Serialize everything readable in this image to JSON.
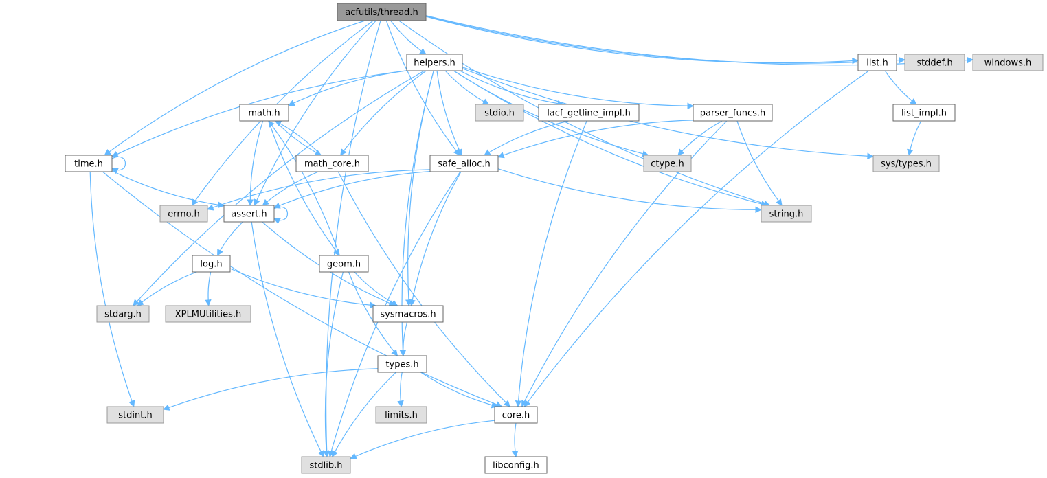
{
  "diagram": {
    "title": "",
    "colors": {
      "edge": "#63b8ff",
      "root_fill": "#999999",
      "local_fill": "#ffffff",
      "system_fill": "#e0e0e0"
    },
    "nodes": [
      {
        "id": "thread",
        "label": "acfutils/thread.h",
        "kind": "root"
      },
      {
        "id": "helpers",
        "label": "helpers.h",
        "kind": "local"
      },
      {
        "id": "list",
        "label": "list.h",
        "kind": "local"
      },
      {
        "id": "stddef",
        "label": "stddef.h",
        "kind": "system"
      },
      {
        "id": "windows",
        "label": "windows.h",
        "kind": "system"
      },
      {
        "id": "math",
        "label": "math.h",
        "kind": "local"
      },
      {
        "id": "stdio",
        "label": "stdio.h",
        "kind": "system"
      },
      {
        "id": "lacf",
        "label": "lacf_getline_impl.h",
        "kind": "local"
      },
      {
        "id": "parser",
        "label": "parser_funcs.h",
        "kind": "local"
      },
      {
        "id": "list_impl",
        "label": "list_impl.h",
        "kind": "local"
      },
      {
        "id": "time",
        "label": "time.h",
        "kind": "local"
      },
      {
        "id": "math_core",
        "label": "math_core.h",
        "kind": "local"
      },
      {
        "id": "safe_alloc",
        "label": "safe_alloc.h",
        "kind": "local"
      },
      {
        "id": "ctype",
        "label": "ctype.h",
        "kind": "system"
      },
      {
        "id": "systypes",
        "label": "sys/types.h",
        "kind": "system"
      },
      {
        "id": "errno",
        "label": "errno.h",
        "kind": "system"
      },
      {
        "id": "assert",
        "label": "assert.h",
        "kind": "local"
      },
      {
        "id": "string",
        "label": "string.h",
        "kind": "system"
      },
      {
        "id": "log",
        "label": "log.h",
        "kind": "local"
      },
      {
        "id": "geom",
        "label": "geom.h",
        "kind": "local"
      },
      {
        "id": "stdarg",
        "label": "stdarg.h",
        "kind": "system"
      },
      {
        "id": "xplm",
        "label": "XPLMUtilities.h",
        "kind": "system"
      },
      {
        "id": "sysmacros",
        "label": "sysmacros.h",
        "kind": "local"
      },
      {
        "id": "types",
        "label": "types.h",
        "kind": "local"
      },
      {
        "id": "stdint",
        "label": "stdint.h",
        "kind": "system"
      },
      {
        "id": "limits",
        "label": "limits.h",
        "kind": "system"
      },
      {
        "id": "core",
        "label": "core.h",
        "kind": "local"
      },
      {
        "id": "stdlib",
        "label": "stdlib.h",
        "kind": "system"
      },
      {
        "id": "libconfig",
        "label": "libconfig.h",
        "kind": "local"
      }
    ],
    "edges": [
      [
        "thread",
        "helpers"
      ],
      [
        "thread",
        "list"
      ],
      [
        "thread",
        "stddef"
      ],
      [
        "thread",
        "windows"
      ],
      [
        "thread",
        "time"
      ],
      [
        "thread",
        "errno"
      ],
      [
        "thread",
        "assert"
      ],
      [
        "thread",
        "safe_alloc"
      ],
      [
        "thread",
        "string"
      ],
      [
        "thread",
        "stdlib"
      ],
      [
        "helpers",
        "math"
      ],
      [
        "helpers",
        "stdio"
      ],
      [
        "helpers",
        "lacf"
      ],
      [
        "helpers",
        "parser"
      ],
      [
        "helpers",
        "time"
      ],
      [
        "helpers",
        "math_core"
      ],
      [
        "helpers",
        "safe_alloc"
      ],
      [
        "helpers",
        "ctype"
      ],
      [
        "helpers",
        "systypes"
      ],
      [
        "helpers",
        "string"
      ],
      [
        "helpers",
        "stdarg"
      ],
      [
        "helpers",
        "sysmacros"
      ],
      [
        "helpers",
        "types"
      ],
      [
        "list",
        "list_impl"
      ],
      [
        "list",
        "core"
      ],
      [
        "list_impl",
        "systypes"
      ],
      [
        "math",
        "math_core"
      ],
      [
        "math",
        "assert"
      ],
      [
        "math",
        "geom"
      ],
      [
        "math_core",
        "math"
      ],
      [
        "math_core",
        "assert"
      ],
      [
        "math_core",
        "core"
      ],
      [
        "lacf",
        "safe_alloc"
      ],
      [
        "lacf",
        "core"
      ],
      [
        "parser",
        "safe_alloc"
      ],
      [
        "parser",
        "ctype"
      ],
      [
        "parser",
        "string"
      ],
      [
        "parser",
        "core"
      ],
      [
        "time",
        "time"
      ],
      [
        "time",
        "assert"
      ],
      [
        "time",
        "stdint"
      ],
      [
        "time",
        "core"
      ],
      [
        "safe_alloc",
        "errno"
      ],
      [
        "safe_alloc",
        "assert"
      ],
      [
        "safe_alloc",
        "string"
      ],
      [
        "safe_alloc",
        "sysmacros"
      ],
      [
        "safe_alloc",
        "stdlib"
      ],
      [
        "assert",
        "assert"
      ],
      [
        "assert",
        "log"
      ],
      [
        "assert",
        "sysmacros"
      ],
      [
        "assert",
        "stdlib"
      ],
      [
        "log",
        "stdarg"
      ],
      [
        "log",
        "xplm"
      ],
      [
        "log",
        "sysmacros"
      ],
      [
        "geom",
        "math"
      ],
      [
        "geom",
        "sysmacros"
      ],
      [
        "geom",
        "types"
      ],
      [
        "geom",
        "stdlib"
      ],
      [
        "sysmacros",
        "types"
      ],
      [
        "types",
        "stdint"
      ],
      [
        "types",
        "limits"
      ],
      [
        "types",
        "core"
      ],
      [
        "types",
        "stdlib"
      ],
      [
        "core",
        "stdlib"
      ],
      [
        "core",
        "libconfig"
      ]
    ]
  }
}
